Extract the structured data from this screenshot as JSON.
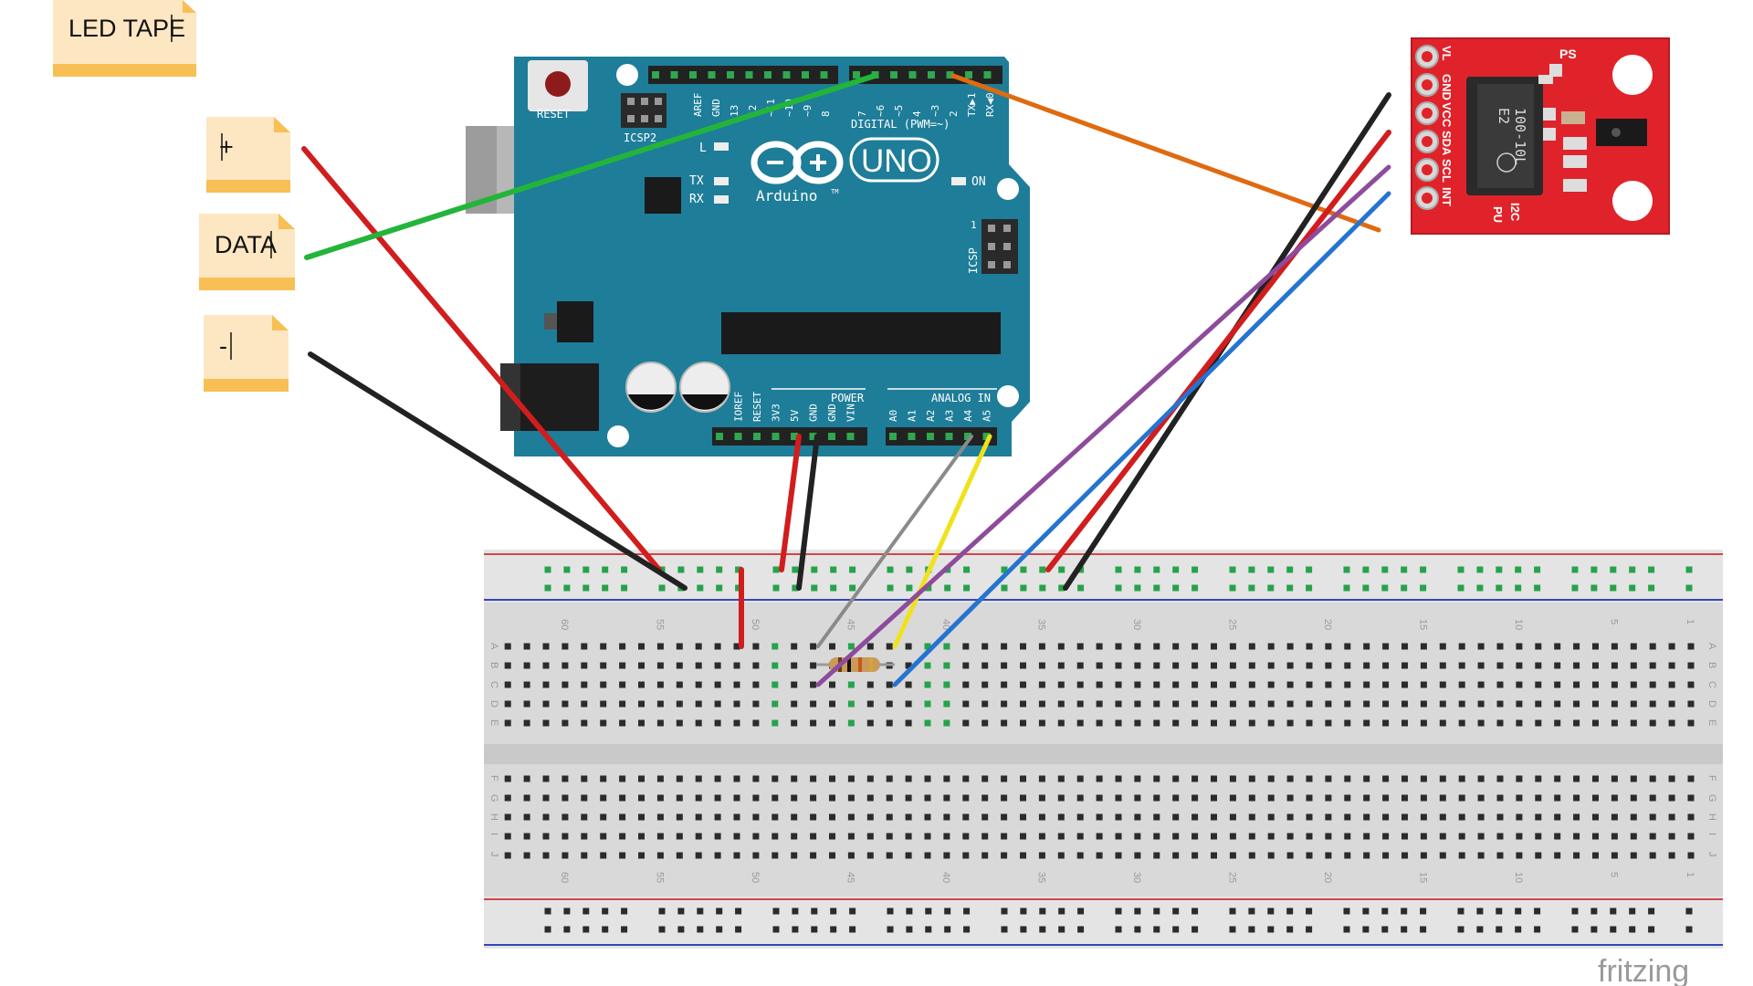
{
  "notes": [
    {
      "id": "led-tape",
      "text": "LED TAPE"
    },
    {
      "id": "plus",
      "text": "+"
    },
    {
      "id": "data",
      "text": "DATA"
    },
    {
      "id": "minus",
      "text": "-"
    }
  ],
  "arduino": {
    "reset_label": "RESET",
    "icsp_label": "ICSP2",
    "icsp2_label": "ICSP",
    "icsp2_pin_label": "1",
    "digital_label": "DIGITAL (PWM=~)",
    "logo_text": "Arduino",
    "tm": "TM",
    "uno": "UNO",
    "led_l": "L",
    "led_tx": "TX",
    "led_rx": "RX",
    "led_on": "ON",
    "power_label": "POWER",
    "analog_label": "ANALOG IN",
    "top_pins": [
      "AREF",
      "GND",
      "13",
      "12",
      "~11",
      "~10",
      "~9",
      "8",
      "7",
      "~6",
      "~5",
      "4",
      "~3",
      "2",
      "TX▶1",
      "RX◀0"
    ],
    "power_pins": [
      "IOREF",
      "RESET",
      "3V3",
      "5V",
      "GND",
      "GND",
      "VIN"
    ],
    "analog_pins": [
      "A0",
      "A1",
      "A2",
      "A3",
      "A4",
      "A5"
    ]
  },
  "sensor": {
    "pins": [
      "VL",
      "GND",
      "VCC",
      "SDA",
      "SCL",
      "INT"
    ],
    "chip_text": [
      "100-10L",
      "E2"
    ],
    "ps_label": "PS",
    "i2c_label": "I2C",
    "pu_label": "PU"
  },
  "breadboard": {
    "column_numbers": [
      "60",
      "55",
      "50",
      "45",
      "40",
      "35",
      "30",
      "25",
      "20",
      "15",
      "10",
      "5",
      "1"
    ],
    "rows_top": [
      "A",
      "B",
      "C",
      "D",
      "E"
    ],
    "rows_bottom": [
      "F",
      "G",
      "H",
      "I",
      "J"
    ]
  },
  "watermark": "fritzing",
  "colors": {
    "arduino_blue": "#1e7d99",
    "sensor_red": "#e0232b",
    "wire_red": "#d11d1d",
    "wire_black": "#222222",
    "wire_green": "#23b43a",
    "wire_orange": "#e06a10",
    "wire_purple": "#8e4b9c",
    "wire_blue": "#2474d0",
    "wire_yellow": "#f0e21a",
    "wire_gray": "#8a8a8a",
    "note_fill": "#fde7c2",
    "note_band": "#f8bf55"
  }
}
